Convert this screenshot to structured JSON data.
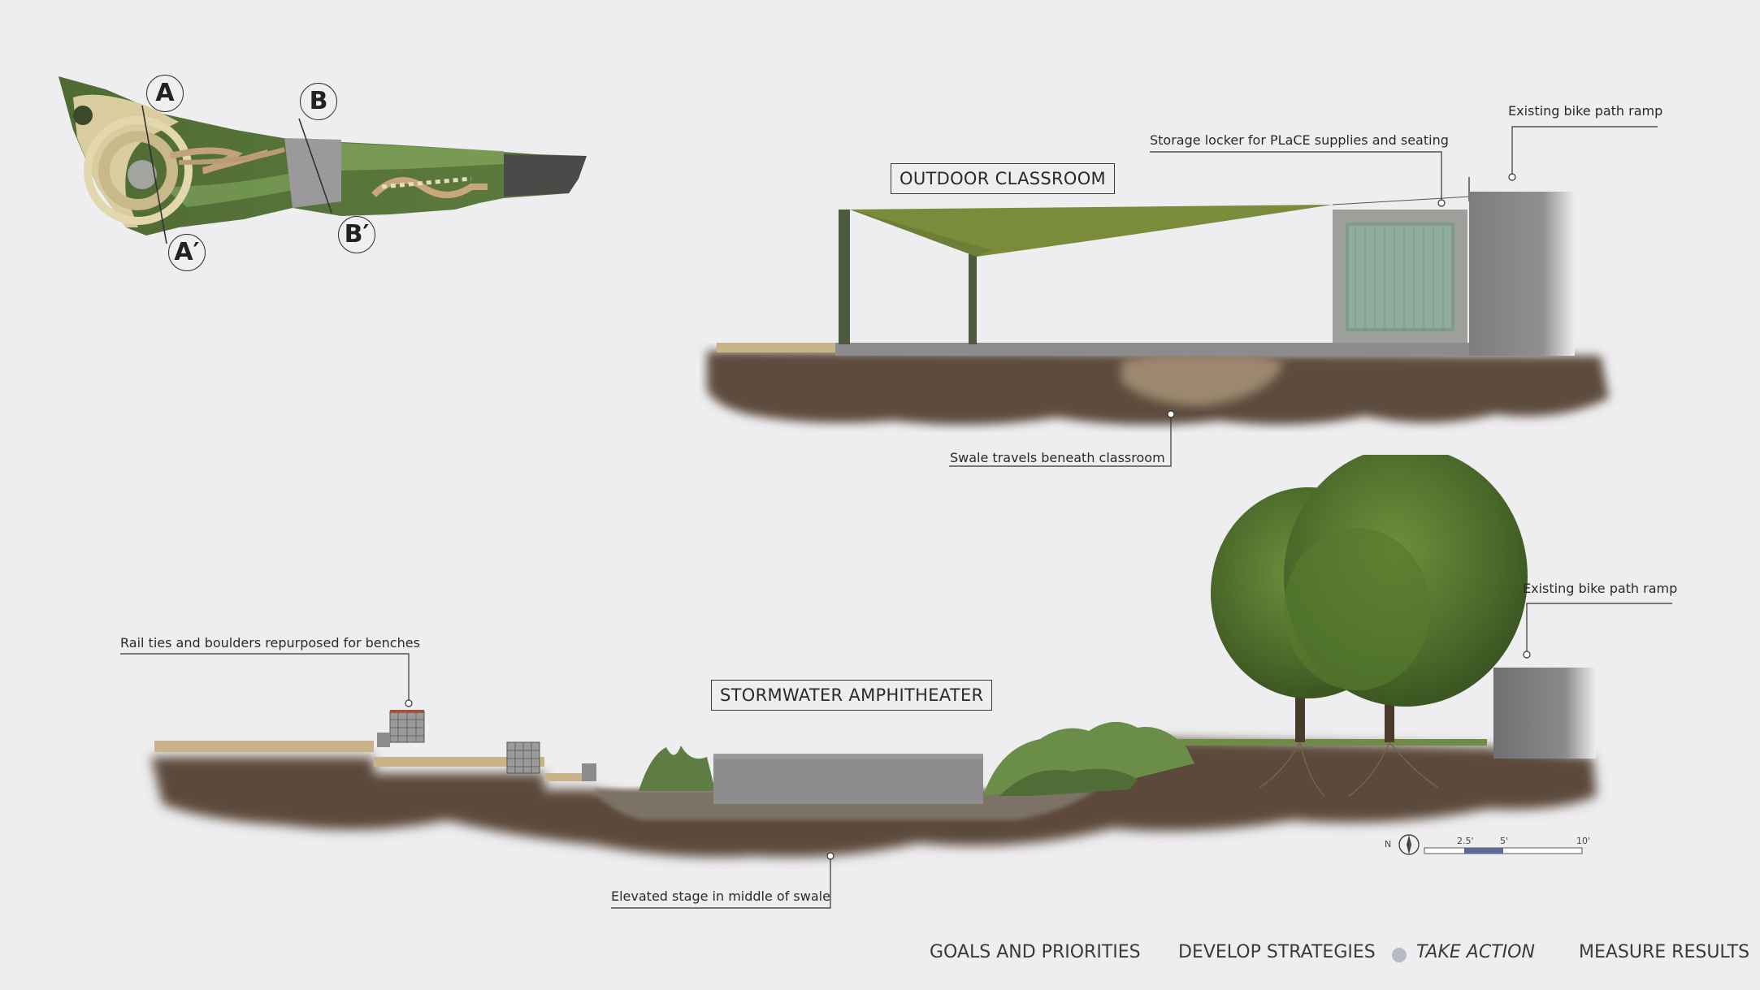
{
  "colors": {
    "background": "#eeeef0",
    "soil": "#5a4a3a",
    "canopy": "#7a8a3a",
    "concrete": "#8a8a8c",
    "grass": "#5b7a3a",
    "active_dot": "#b7b9c6"
  },
  "key_map": {
    "markers": [
      {
        "id": "A",
        "label": "A"
      },
      {
        "id": "A_prime",
        "label": "A′"
      },
      {
        "id": "B",
        "label": "B"
      },
      {
        "id": "B_prime",
        "label": "B′"
      }
    ]
  },
  "outdoor_classroom": {
    "title": "OUTDOOR CLASSROOM",
    "callouts": {
      "storage": "Storage locker for PLaCE supplies and seating",
      "ramp": "Existing bike path ramp",
      "swale": "Swale travels beneath classroom"
    }
  },
  "amphitheater": {
    "title": "STORMWATER AMPHITHEATER",
    "callouts": {
      "benches": "Rail ties and boulders repurposed for benches",
      "ramp": "Existing bike path ramp",
      "stage": "Elevated stage in middle of swale"
    }
  },
  "scale_bar": {
    "north_label": "N",
    "ticks": [
      "2.5'",
      "5'",
      "10'"
    ]
  },
  "nav": {
    "items": [
      {
        "label": "GOALS AND PRIORITIES",
        "active": false
      },
      {
        "label": "DEVELOP STRATEGIES",
        "active": false
      },
      {
        "label": "TAKE ACTION",
        "active": true
      },
      {
        "label": "MEASURE RESULTS",
        "active": false
      }
    ]
  }
}
